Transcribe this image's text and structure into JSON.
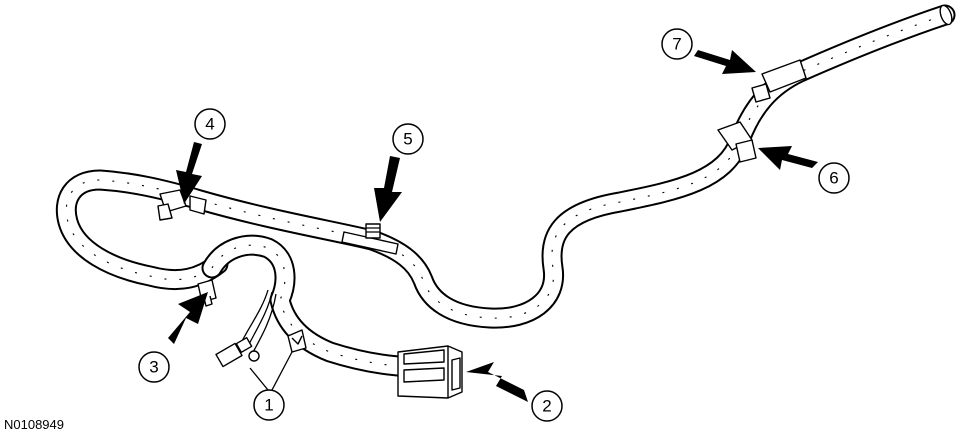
{
  "figure_id": "N0108949",
  "callouts": [
    "1",
    "2",
    "3",
    "4",
    "5",
    "6",
    "7"
  ]
}
